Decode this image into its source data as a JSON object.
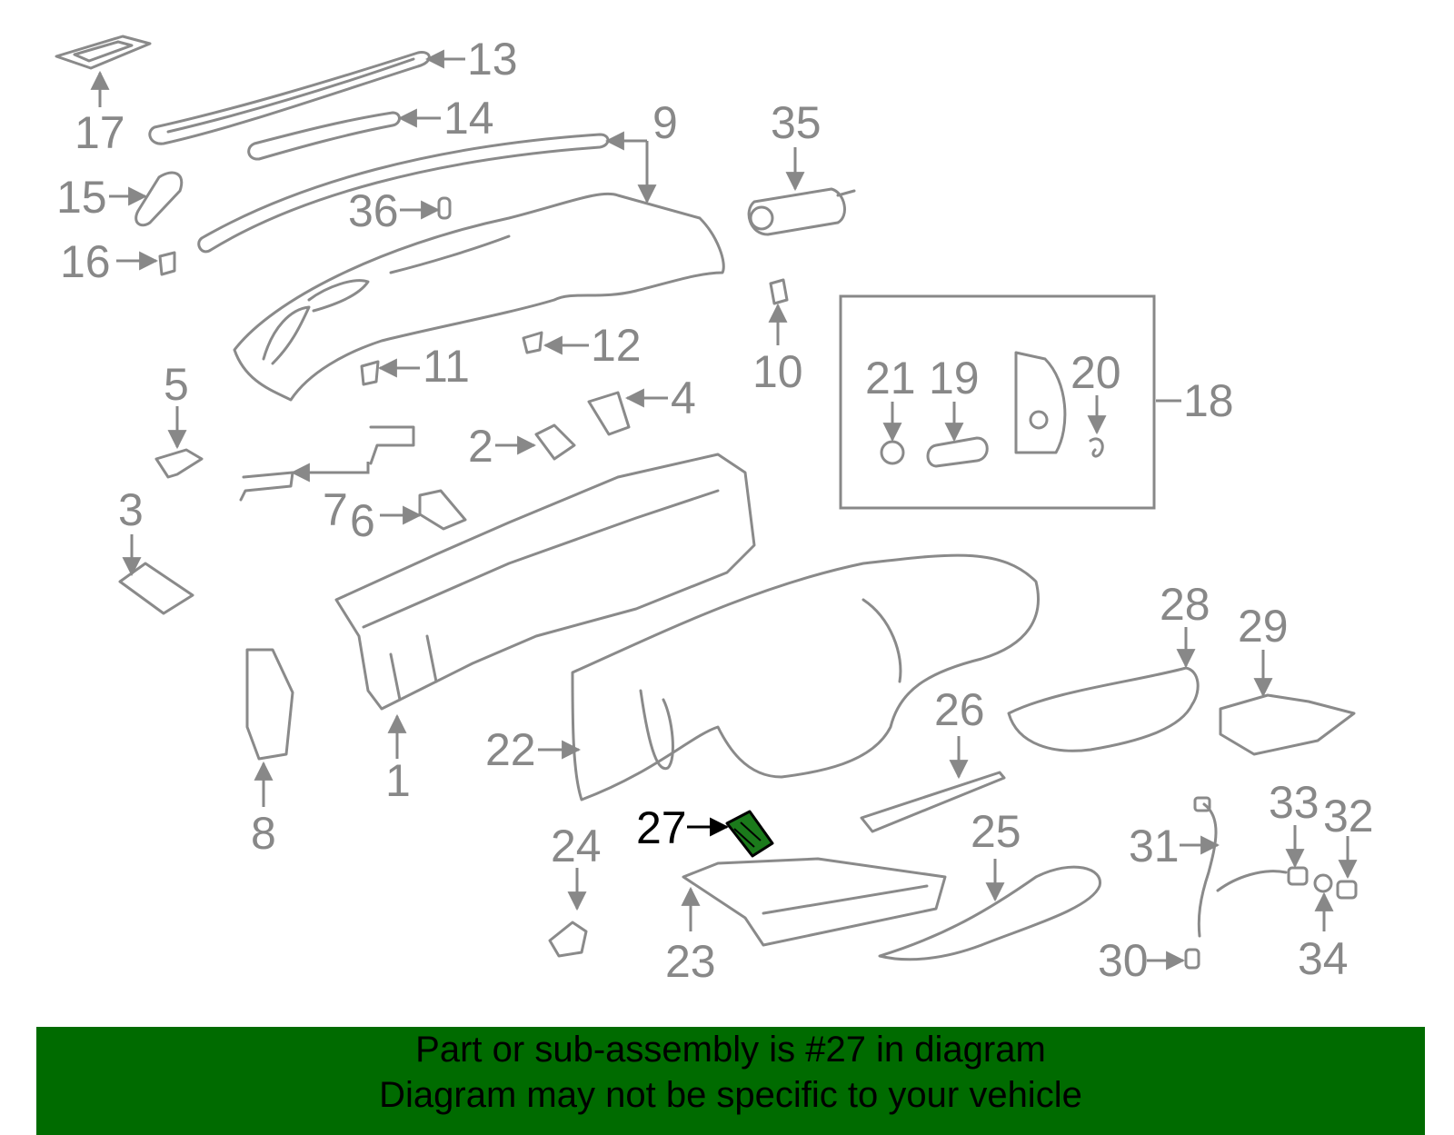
{
  "callouts": {
    "c1": "1",
    "c2": "2",
    "c3": "3",
    "c4": "4",
    "c5": "5",
    "c6": "6",
    "c7": "7",
    "c8": "8",
    "c9": "9",
    "c10": "10",
    "c11": "11",
    "c12": "12",
    "c13": "13",
    "c14": "14",
    "c15": "15",
    "c16": "16",
    "c17": "17",
    "c18": "18",
    "c19": "19",
    "c20": "20",
    "c21": "21",
    "c22": "22",
    "c23": "23",
    "c24": "24",
    "c25": "25",
    "c26": "26",
    "c27": "27",
    "c28": "28",
    "c29": "29",
    "c30": "30",
    "c31": "31",
    "c32": "32",
    "c33": "33",
    "c34": "34",
    "c35": "35",
    "c36": "36"
  },
  "highlight_part": "27",
  "colors": {
    "line_gray": "#8a8a8a",
    "highlight_green": "#1b7a1b",
    "banner_green": "#006b00"
  },
  "banner": {
    "line1": "Part or sub-assembly is #27 in diagram",
    "line2": "Diagram may not be specific to your vehicle"
  }
}
